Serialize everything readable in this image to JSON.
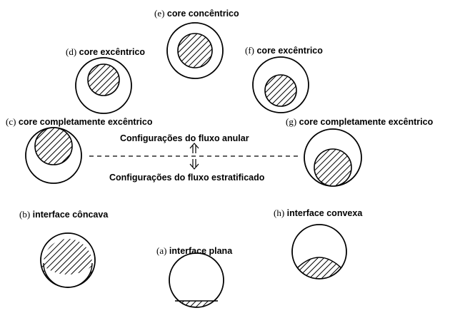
{
  "configs": {
    "e": {
      "tag": "(e)",
      "text": "core concêntrico"
    },
    "d": {
      "tag": "(d)",
      "text": "core excêntrico"
    },
    "f": {
      "tag": "(f)",
      "text": "core excêntrico"
    },
    "c": {
      "tag": "(c)",
      "text": "core completamente excêntrico"
    },
    "g": {
      "tag": "(g)",
      "text": "core completamente excêntrico"
    },
    "b": {
      "tag": "(b)",
      "text": "interface côncava"
    },
    "h": {
      "tag": "(h)",
      "text": "interface convexa"
    },
    "a": {
      "tag": "(a)",
      "text": "interface plana"
    }
  },
  "divider": {
    "upper": "Configurações do fluxo anular",
    "lower": "Configurações do fluxo estratificado"
  }
}
